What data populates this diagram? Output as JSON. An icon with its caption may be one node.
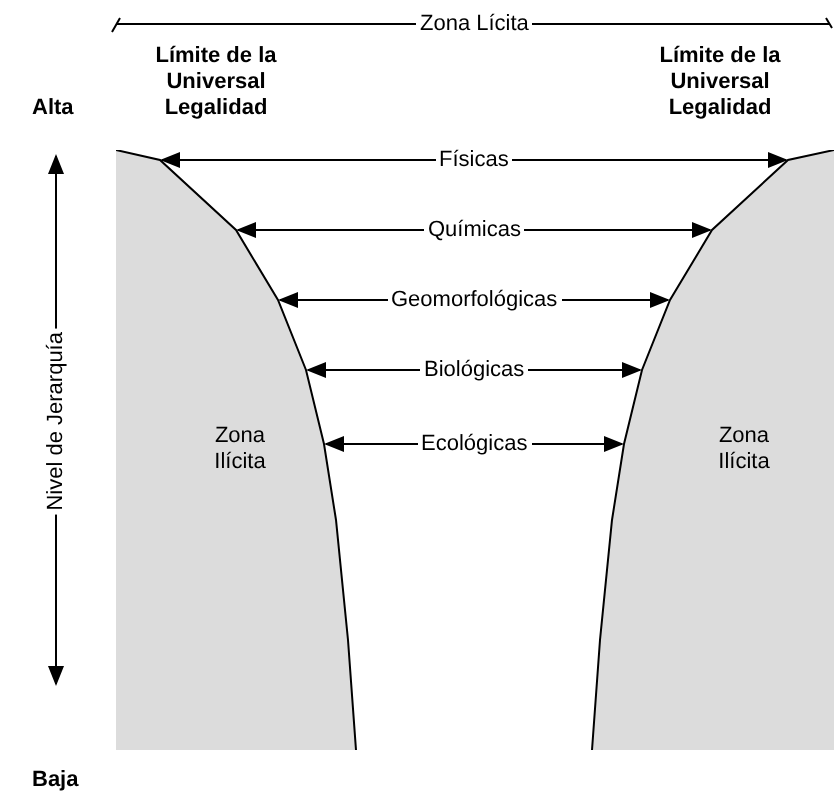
{
  "diagram": {
    "nodes": [
      {
        "text": [
          "Zona Ilícita"
        ]
      },
      {
        "text": [
          "Zona Ilícita"
        ]
      }
    ],
    "edges": [
      {
        "from": 0,
        "to": 1,
        "arrow": "both",
        "label": "Físicas"
      },
      {
        "from": 0,
        "to": 1,
        "arrow": "both",
        "label": "Químicas"
      },
      {
        "from": 0,
        "to": 1,
        "arrow": "both",
        "label": "Geomorfológicas"
      },
      {
        "from": 0,
        "to": 1,
        "arrow": "both",
        "label": "Biológicas"
      },
      {
        "from": 0,
        "to": 1,
        "arrow": "both",
        "label": "Ecológicas"
      }
    ],
    "labels": [
      "Zona Lícita",
      "Límite de la Universal Legalidad",
      "Límite de la Universal Legalidad",
      "Alta",
      "Nivel de Jerarquía",
      "Baja"
    ]
  }
}
